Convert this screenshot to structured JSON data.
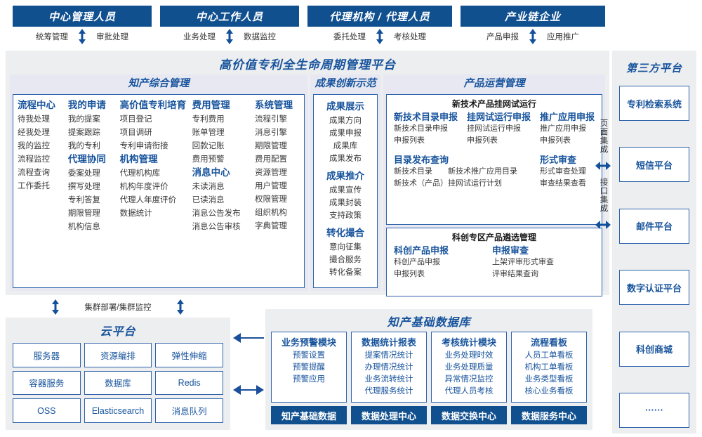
{
  "roles": [
    {
      "title": "中心管理人员",
      "left": "统筹管理",
      "right": "审批处理"
    },
    {
      "title": "中心工作人员",
      "left": "业务处理",
      "right": "数据监控"
    },
    {
      "title": "代理机构 / 代理人员",
      "left": "委托处理",
      "right": "考核处理"
    },
    {
      "title": "产业链企业",
      "left": "产品申报",
      "right": "应用推广"
    }
  ],
  "platform": {
    "title": "高价值专利全生命周期管理平台",
    "groups": {
      "ip": {
        "title": "知产综合管理",
        "columns": [
          {
            "blocks": [
              {
                "head": "流程中心",
                "items": [
                  "待我处理",
                  "经我处理",
                  "我的监控",
                  "流程监控",
                  "流程查询",
                  "工作委托"
                ]
              }
            ]
          },
          {
            "blocks": [
              {
                "head": "我的申请",
                "items": [
                  "我的提案",
                  "提案跟踪",
                  "我的专利"
                ]
              },
              {
                "head": "代理协同",
                "items": [
                  "委案处理",
                  "撰写处理",
                  "专利答复",
                  "期限管理",
                  "机构信息"
                ]
              }
            ]
          },
          {
            "blocks": [
              {
                "head": "高价值专利培育",
                "items": [
                  "项目登记",
                  "项目调研",
                  "专利申请衔接"
                ]
              },
              {
                "head": "机构管理",
                "items": [
                  "代理机构库",
                  "机构年度评价",
                  "代理人年度评价",
                  "数据统计"
                ]
              }
            ]
          },
          {
            "blocks": [
              {
                "head": "费用管理",
                "items": [
                  "专利费用",
                  "账单管理",
                  "回款记账",
                  "费用预警"
                ]
              },
              {
                "head": "消息中心",
                "items": [
                  "未读消息",
                  "已读消息",
                  "消息公告发布",
                  "消息公告审核"
                ]
              }
            ]
          },
          {
            "blocks": [
              {
                "head": "系统管理",
                "items": [
                  "流程引擎",
                  "消息引擎",
                  "期限管理",
                  "费用配置",
                  "资源管理",
                  "用户管理",
                  "权限管理",
                  "组织机构",
                  "字典管理"
                ]
              }
            ]
          }
        ]
      },
      "achievement": {
        "title": "成果创新示范",
        "blocks": [
          {
            "head": "成果展示",
            "items": [
              "成果方向",
              "成果申报",
              "成果库",
              "成果发布"
            ]
          },
          {
            "head": "成果推介",
            "items": [
              "成果宣传",
              "成果封装",
              "支持政策"
            ]
          },
          {
            "head": "转化撮合",
            "items": [
              "意向征集",
              "撮合服务",
              "转化备案"
            ]
          }
        ]
      },
      "product": {
        "title": "产品运营管理",
        "box1": {
          "title": "新技术产品挂网试运行",
          "row1": [
            {
              "head": "新技术目录申报",
              "items": [
                "新技术目录申报",
                "申报列表"
              ]
            },
            {
              "head": "挂网试运行申报",
              "items": [
                "挂网试运行申报",
                "申报列表"
              ]
            },
            {
              "head": "推广应用申报",
              "items": [
                "推广应用申报",
                "申报列表"
              ]
            }
          ],
          "row2": [
            {
              "head": "目录发布查询",
              "items": [
                "新技术目录　　新技术推广应用目录",
                "新技术（产品）挂网试运行计划"
              ]
            },
            {
              "head": "形式审查",
              "items": [
                "形式审查处理",
                "审查结果查看"
              ]
            }
          ]
        },
        "box2": {
          "title": "科创专区产品遴选管理",
          "row1": [
            {
              "head": "科创产品申报",
              "items": [
                "科创产品申报",
                "申报列表"
              ]
            },
            {
              "head": "申报审查",
              "items": [
                "上架评审形式审查",
                "评审结果查询"
              ]
            }
          ]
        }
      }
    }
  },
  "integration": {
    "page": "页面集成",
    "api": "接口集成"
  },
  "third_party": {
    "title": "第三方平台",
    "items": [
      "专利检索系统",
      "短信平台",
      "邮件平台",
      "数字认证平台",
      "科创商城",
      "······"
    ]
  },
  "cluster_label": "集群部署/集群监控",
  "cloud": {
    "title": "云平台",
    "cells": [
      "服务器",
      "资源编排",
      "弹性伸缩",
      "容器服务",
      "数据库",
      "Redis",
      "OSS",
      "Elasticsearch",
      "消息队列"
    ]
  },
  "database": {
    "title": "知产基础数据库",
    "columns": [
      {
        "head": "业务预警模块",
        "items": [
          "预警设置",
          "预警提醒",
          "预警应用"
        ],
        "foot": "知产基础数据"
      },
      {
        "head": "数据统计报表",
        "items": [
          "提案情况统计",
          "办理情况统计",
          "业务流转统计",
          "代理服务统计"
        ],
        "foot": "数据处理中心"
      },
      {
        "head": "考核统计模块",
        "items": [
          "业务处理时效",
          "业务处理质量",
          "异常情况监控",
          "代理人员考核"
        ],
        "foot": "数据交换中心"
      },
      {
        "head": "流程看板",
        "items": [
          "人员工单看板",
          "机构工单看板",
          "业务类型看板",
          "核心业务看板"
        ],
        "foot": "数据服务中心"
      }
    ]
  },
  "colors": {
    "header_blue": "#10508f",
    "accent": "#17539c",
    "border": "#2f63ac",
    "panel_bg": "#edeef0",
    "group_bg": "#e7e8f2"
  }
}
